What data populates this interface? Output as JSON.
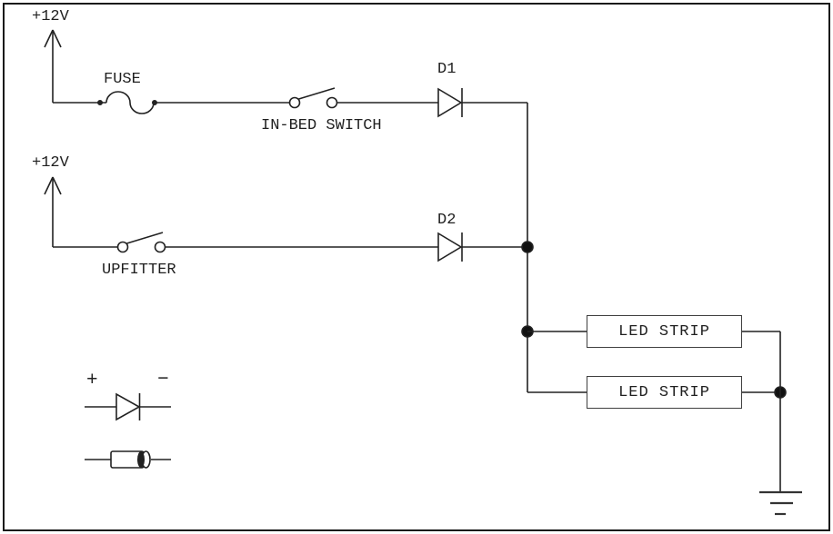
{
  "diagram": {
    "type": "circuit-schematic",
    "branch1": {
      "source": "+12V",
      "fuse": "FUSE",
      "switch": "IN-BED SWITCH",
      "diode": "D1"
    },
    "branch2": {
      "source": "+12V",
      "switch": "UPFITTER",
      "diode": "D2"
    },
    "loads": [
      {
        "label": "LED STRIP"
      },
      {
        "label": "LED STRIP"
      }
    ],
    "legend": {
      "plus": "+",
      "minus": "−"
    },
    "colors": {
      "line": "#222222",
      "junction": "#111111",
      "background": "#ffffff"
    }
  }
}
